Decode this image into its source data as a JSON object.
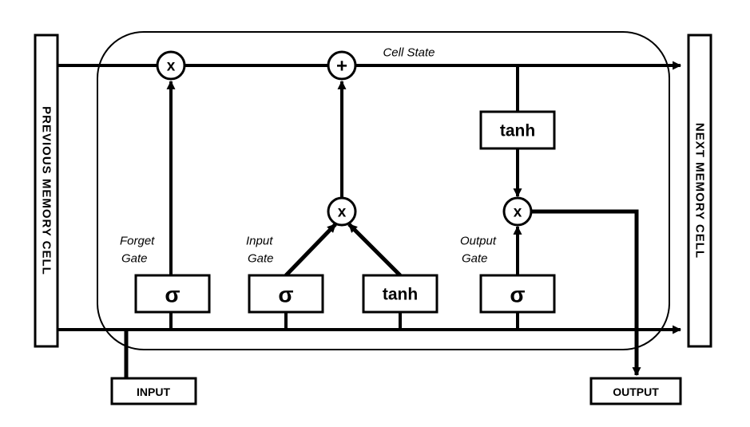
{
  "diagram": {
    "cell_state_label": "Cell State",
    "previous_cell_label": "PREVIOUS MEMORY CELL",
    "next_cell_label": "NEXT MEMORY CELL",
    "input_box_label": "INPUT",
    "output_box_label": "OUTPUT",
    "multiply_symbol": "x",
    "add_symbol": "+",
    "sigma_symbol": "σ",
    "tanh_label": "tanh",
    "forget_gate": {
      "line1": "Forget",
      "line2": "Gate"
    },
    "input_gate": {
      "line1": "Input",
      "line2": "Gate"
    },
    "output_gate": {
      "line1": "Output",
      "line2": "Gate"
    },
    "colors": {
      "line": "#000000",
      "background": "#ffffff"
    }
  }
}
